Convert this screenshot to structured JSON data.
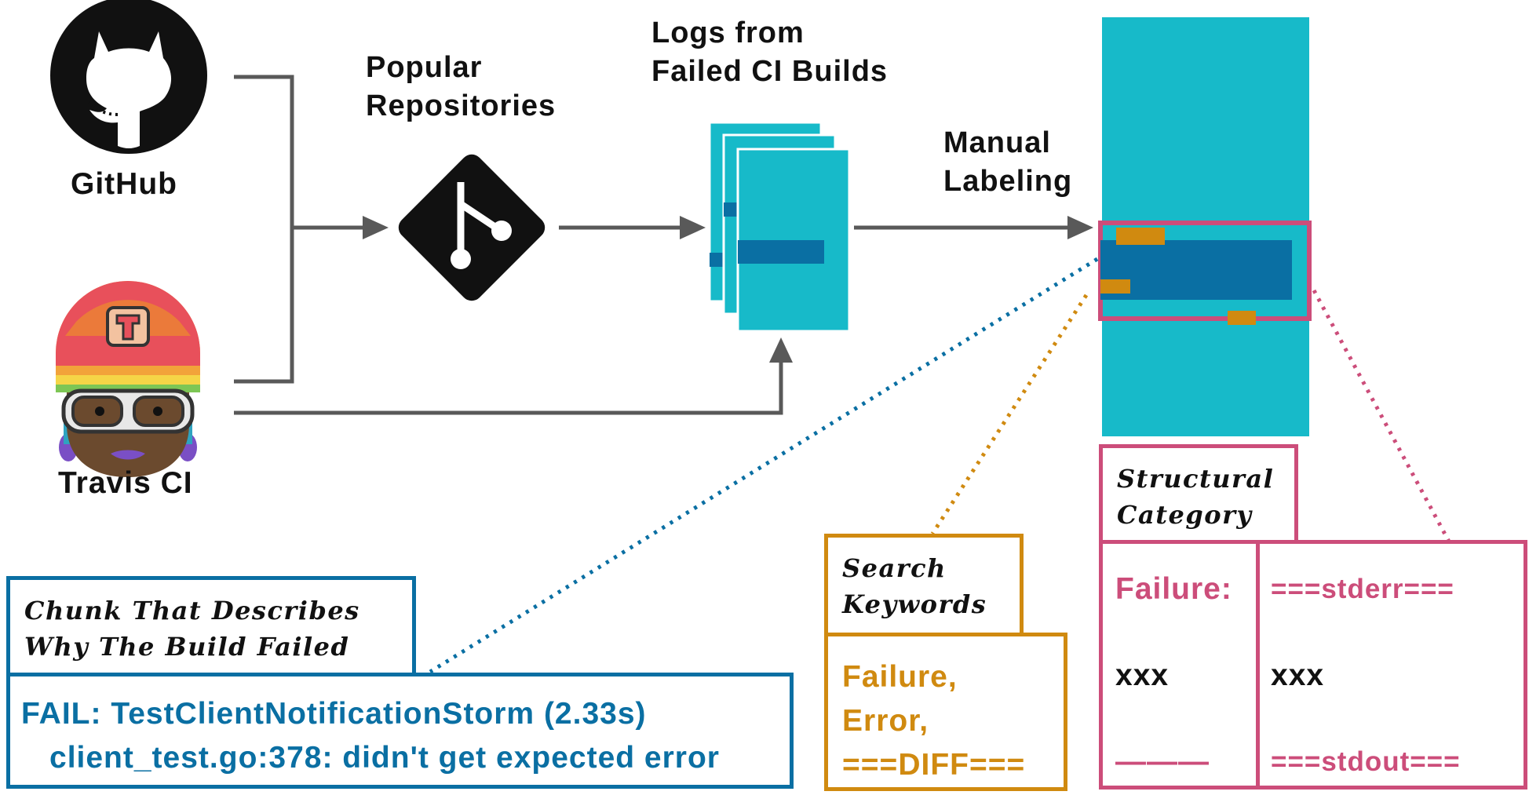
{
  "colors": {
    "teal": "#17BAC9",
    "blue": "#0A6FA3",
    "orange": "#D08A10",
    "pink": "#CC4D7A",
    "arrow": "#595959",
    "black": "#111111"
  },
  "icons": {
    "github": "github-octocat-icon",
    "travis": "travis-mascot-icon",
    "git": "git-logo-icon"
  },
  "sources": {
    "github_label": "GitHub",
    "travis_label": "Travis CI"
  },
  "stages": {
    "repos": [
      "Popular",
      "Repositories"
    ],
    "logs": [
      "Logs from",
      "Failed CI Builds"
    ],
    "labeling": [
      "Manual",
      "Labeling"
    ]
  },
  "chunk": {
    "title": [
      "Chunk That Describes",
      "Why The Build Failed"
    ],
    "lines": [
      "FAIL: TestClientNotificationStorm (2.33s)",
      "client_test.go:378: didn't get expected error"
    ]
  },
  "keywords": {
    "title": [
      "Search",
      "Keywords"
    ],
    "values": [
      "Failure,",
      "Error,",
      "===DIFF==="
    ]
  },
  "structural": {
    "title": [
      "Structural",
      "Category"
    ],
    "left": [
      "Failure:",
      "xxx",
      "———"
    ],
    "right": [
      "===stderr===",
      "xxx",
      "===stdout==="
    ]
  }
}
